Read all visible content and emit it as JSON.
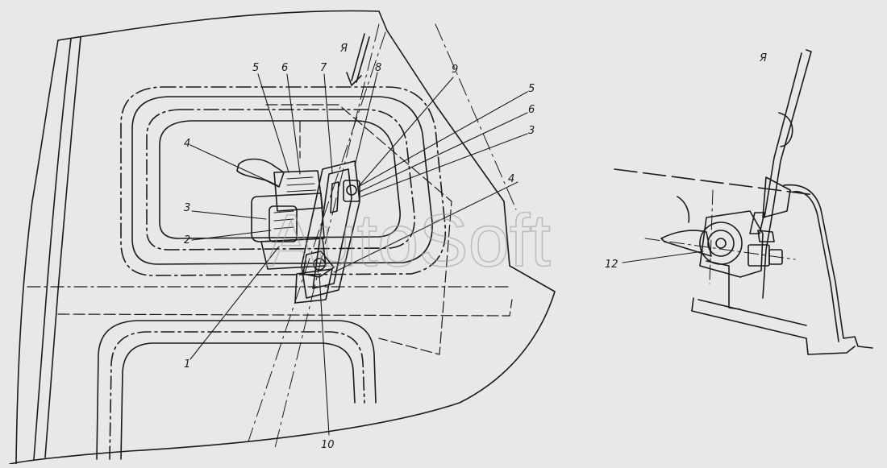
{
  "watermark": "AutoSoft",
  "view": {
    "arrow_label": "Я",
    "detail_label": "Я"
  },
  "callouts": {
    "c1": "1",
    "c2": "2",
    "c3a": "3",
    "c4a": "4",
    "c5a": "5",
    "c6a": "6",
    "c7": "7",
    "c8": "8",
    "c9": "9",
    "c5b": "5",
    "c6b": "6",
    "c3b": "3",
    "c4b": "4",
    "c10": "10",
    "c12": "12"
  },
  "colors": {
    "background": "#e8e8e8",
    "ink": "#1a1a1a",
    "watermark": "#9a9a9a"
  }
}
